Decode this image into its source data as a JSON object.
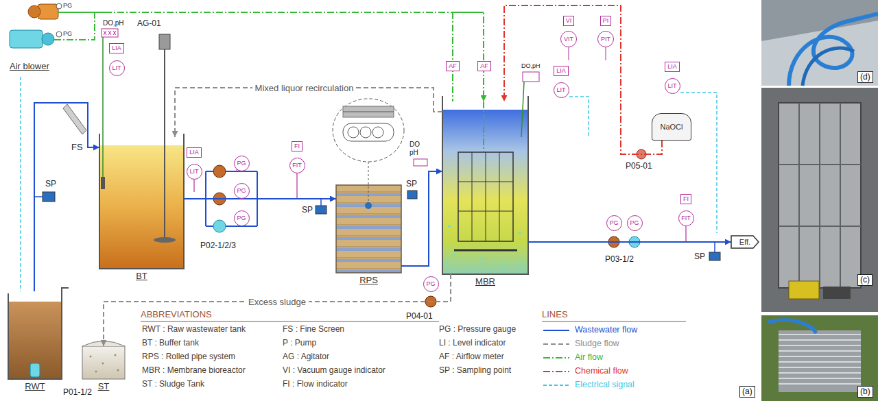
{
  "diagram": {
    "nodes": [
      {
        "text": [
          "Air blower"
        ]
      },
      {
        "text": [
          "RWT"
        ]
      },
      {
        "text": [
          "BT"
        ]
      },
      {
        "text": [
          "RPS"
        ]
      },
      {
        "text": [
          "MBR"
        ]
      },
      {
        "text": [
          "ST"
        ]
      },
      {
        "text": [
          "NaOCl"
        ]
      },
      {
        "text": [
          "Eff."
        ]
      }
    ],
    "edges": [
      {
        "from": 0,
        "to": 4,
        "arrow": "to"
      },
      {
        "from": 1,
        "to": 2,
        "arrow": "to"
      },
      {
        "from": 2,
        "to": 3,
        "arrow": "to"
      },
      {
        "from": 3,
        "to": 4,
        "arrow": "to"
      },
      {
        "from": 4,
        "to": 2,
        "label": "Mixed liquor recirculation",
        "arrow": "to"
      },
      {
        "from": 4,
        "to": 5,
        "label": "Excess sludge",
        "arrow": "to"
      },
      {
        "from": 6,
        "to": 4,
        "arrow": "to"
      },
      {
        "from": 4,
        "to": 7,
        "arrow": "to"
      }
    ],
    "labels": [
      "PG",
      "PG",
      "DO,pH",
      "AG-01",
      "LIA",
      "LIT",
      "FS",
      "SP",
      "LIA",
      "LIT",
      "PG",
      "PG",
      "PG",
      "P02-1/2/3",
      "FI",
      "FIT",
      "SP",
      "DO pH",
      "SP",
      "AF",
      "AF",
      "DO,pH",
      "VI",
      "VIT",
      "PI",
      "PIT",
      "LIA",
      "LIT",
      "LIA",
      "LIT",
      "P05-01",
      "PG",
      "PG",
      "P03-1/2",
      "FI",
      "FIT",
      "SP",
      "PG",
      "P04-01",
      "P01-1/2",
      "ABBREVIATIONS",
      "RWT : Raw wastewater tank",
      "BT : Buffer tank",
      "RPS : Rolled pipe system",
      "MBR : Membrane bioreactor",
      "ST : Sludge Tank",
      "FS : Fine Screen",
      "P : Pump",
      "AG : Agitator",
      "VI : Vacuum gauge indicator",
      "FI : Flow indicator",
      "PG : Pressure gauge",
      "LI : Level indicator",
      "AF : Airflow meter",
      "SP : Sampling point",
      "LINES",
      "(a)",
      "(b)",
      "(c)",
      "(d)"
    ],
    "legend": [
      {
        "text": "Wastewater flow"
      },
      {
        "text": "Sludge flow"
      },
      {
        "text": "Air flow"
      },
      {
        "text": "Chemical flow"
      },
      {
        "text": "Electrical signal"
      }
    ]
  }
}
